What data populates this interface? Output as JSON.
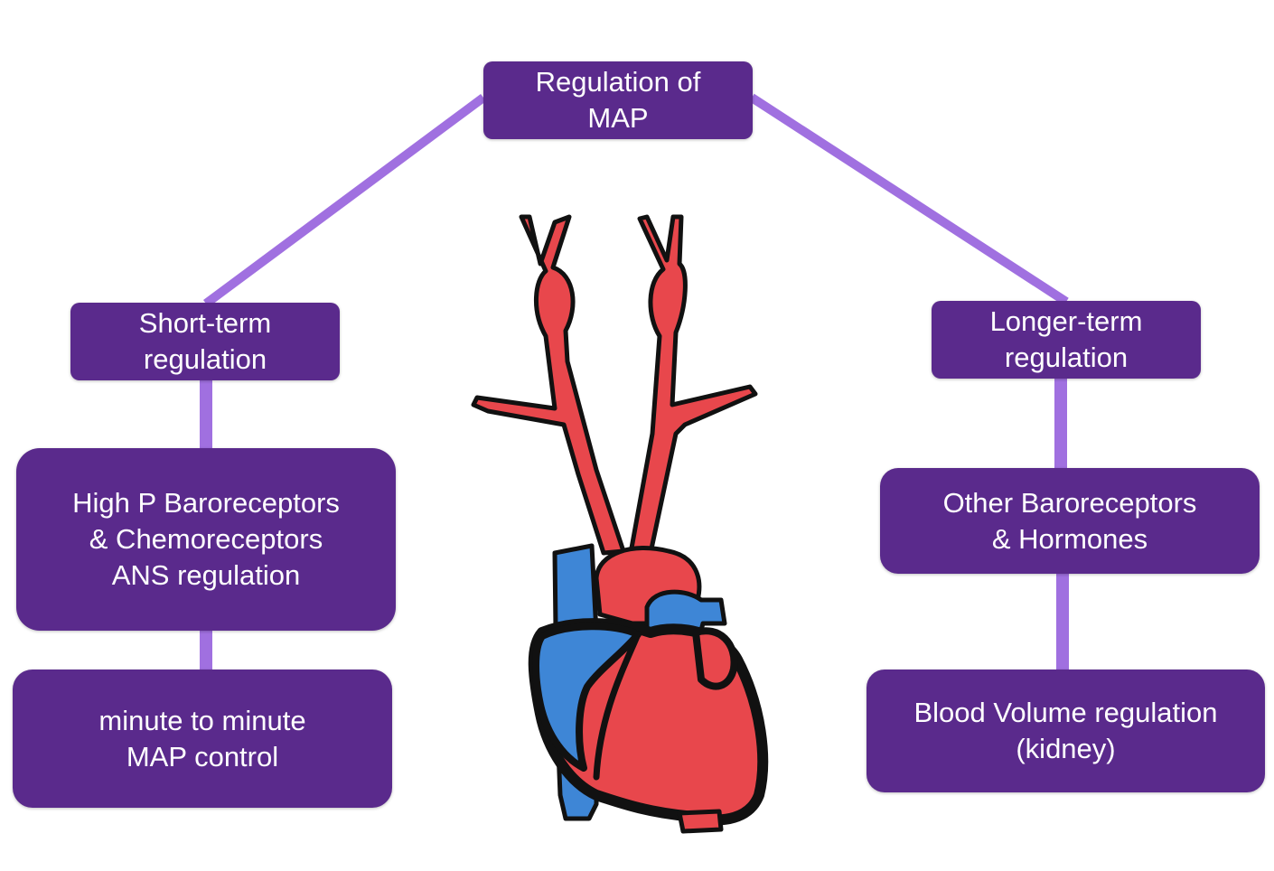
{
  "diagram": {
    "root": {
      "label": "Regulation of\nMAP"
    },
    "left_branch": {
      "header": "Short-term\nregulation",
      "mechanism": "High P Baroreceptors\n& Chemoreceptors\nANS regulation",
      "outcome": "minute to minute\nMAP control"
    },
    "right_branch": {
      "header": "Longer-term\nregulation",
      "mechanism": "Other Baroreceptors\n& Hormones",
      "outcome": "Blood Volume regulation\n(kidney)"
    }
  },
  "colors": {
    "box_fill": "#5a2a8c",
    "box_text": "#ffffff",
    "connector": "#a070e0",
    "artery_red": "#e8474c",
    "vein_blue": "#3e86d6",
    "outline": "#111111"
  },
  "illustration": {
    "icon": "heart-icon"
  }
}
